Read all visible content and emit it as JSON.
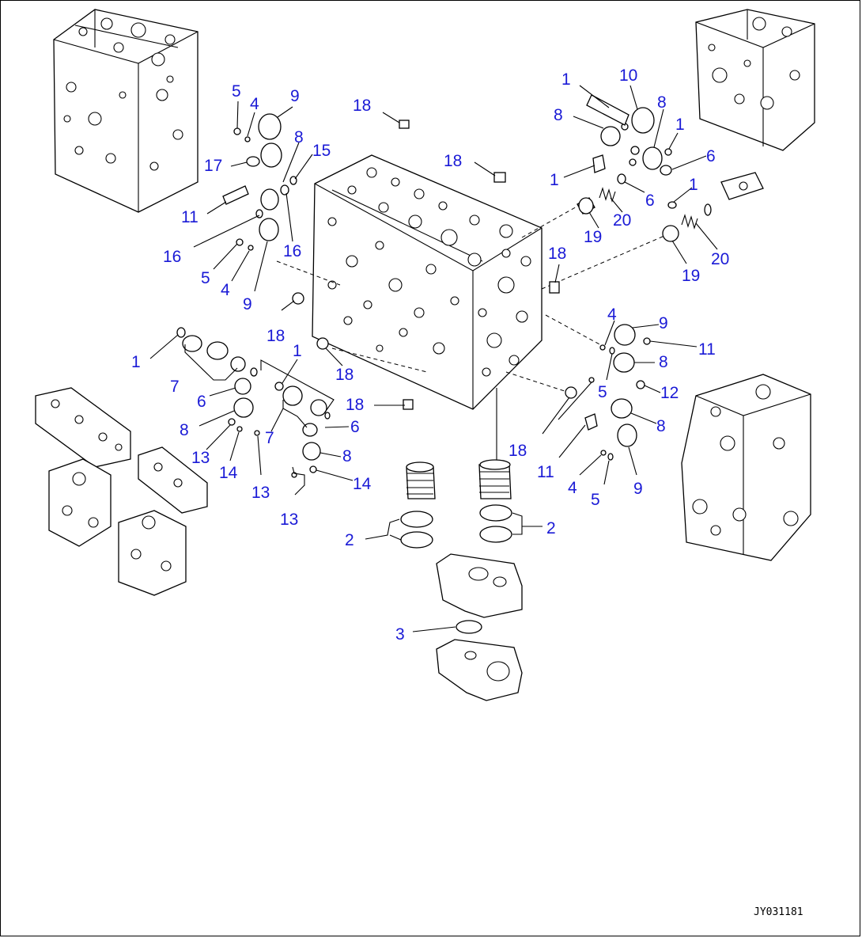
{
  "drawing_code": "JY031181",
  "callouts": [
    "1",
    "2",
    "3",
    "4",
    "5",
    "6",
    "7",
    "8",
    "9",
    "10",
    "11",
    "12",
    "13",
    "14",
    "15",
    "16",
    "17",
    "18",
    "19",
    "20"
  ]
}
